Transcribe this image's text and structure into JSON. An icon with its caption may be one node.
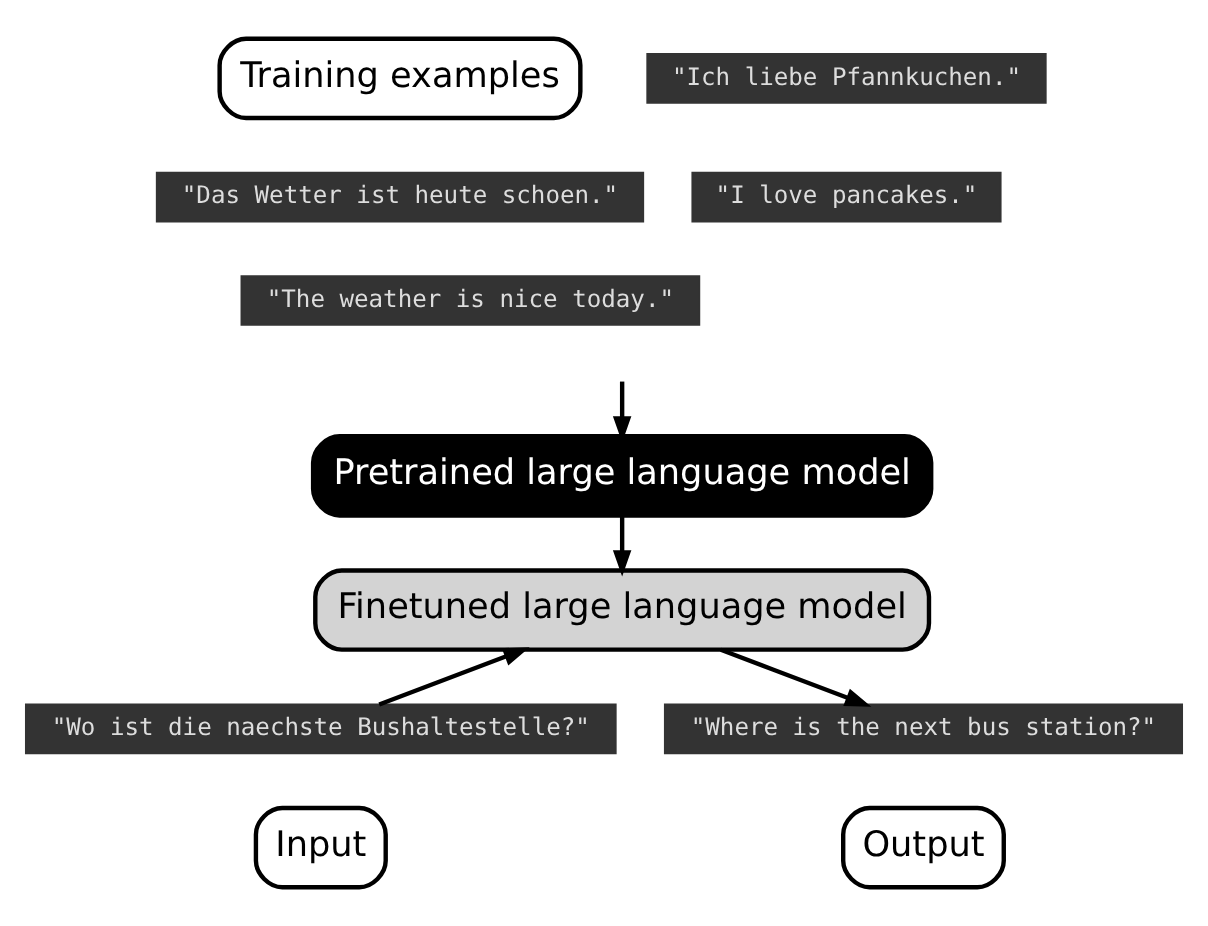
{
  "diagram": {
    "nodes": [
      {
        "text": [
          "Training examples"
        ]
      },
      {
        "text": [
          "\"Ich liebe Pfannkuchen.\""
        ]
      },
      {
        "text": [
          "\"I love pancakes.\""
        ]
      },
      {
        "text": [
          "\"Das Wetter ist heute schoen.\""
        ]
      },
      {
        "text": [
          "\"The weather is nice today.\""
        ]
      },
      {
        "text": [
          "Pretrained large language model"
        ]
      },
      {
        "text": [
          "Finetuned large language model"
        ]
      },
      {
        "text": [
          "\"Wo ist die naechste Bushaltestelle?\""
        ]
      },
      {
        "text": [
          "Input"
        ]
      },
      {
        "text": [
          "\"Where is the next bus station?\""
        ]
      },
      {
        "text": [
          "Output"
        ]
      }
    ],
    "edges": [
      {
        "from": null,
        "to": 5,
        "arrow": "to"
      },
      {
        "from": 5,
        "to": 6,
        "arrow": "to"
      },
      {
        "from": 7,
        "to": 6,
        "arrow": "to"
      },
      {
        "from": 6,
        "to": 9,
        "arrow": "to"
      }
    ]
  }
}
